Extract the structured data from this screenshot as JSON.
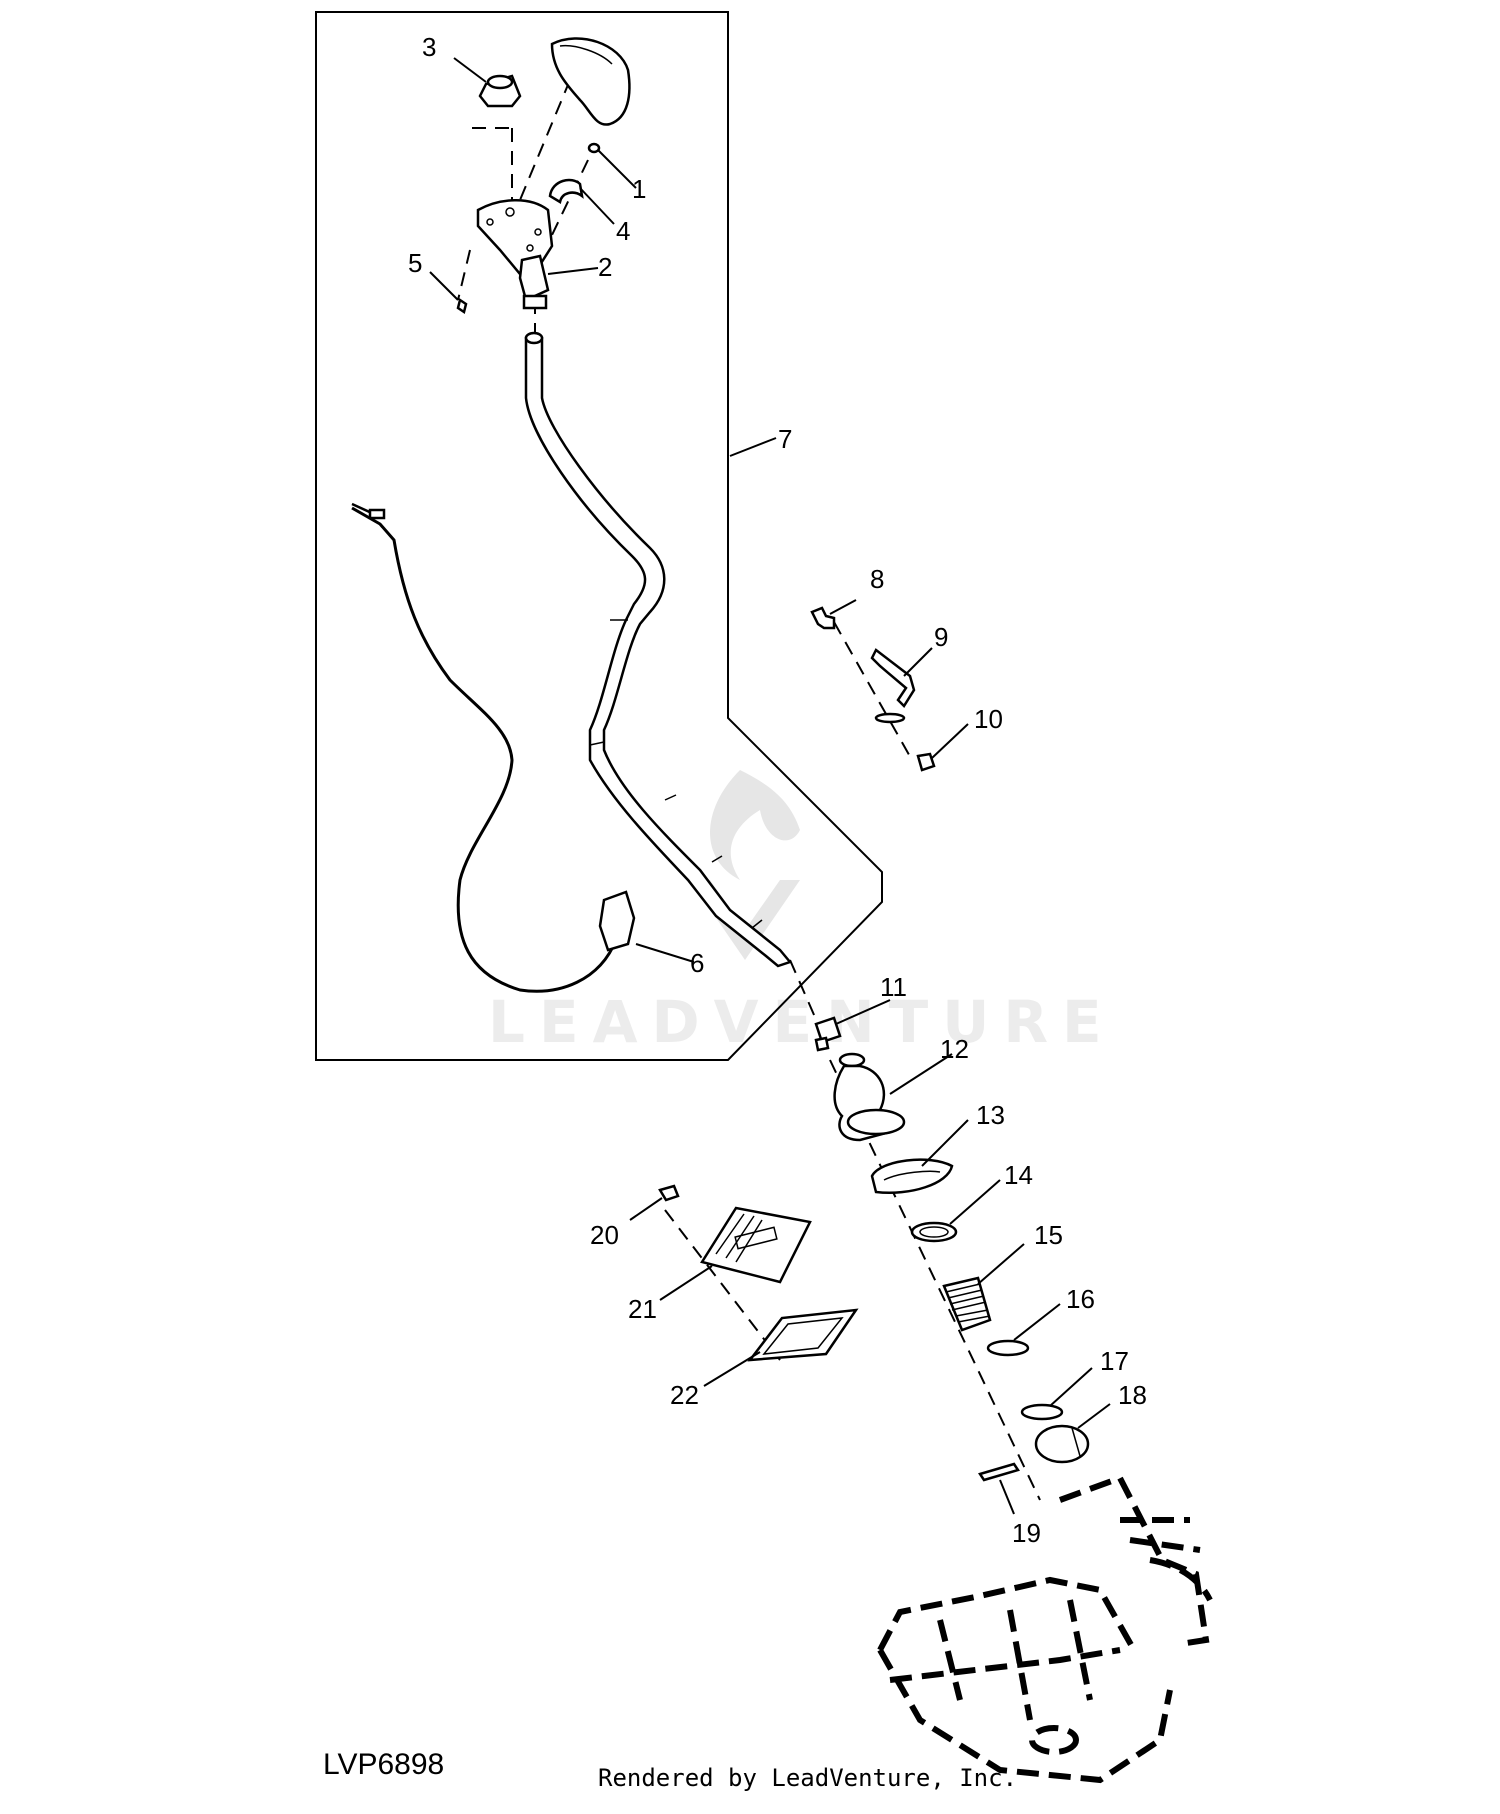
{
  "watermark": {
    "text": "LEADVENTURE"
  },
  "callouts": [
    "1",
    "2",
    "3",
    "4",
    "5",
    "6",
    "7",
    "8",
    "9",
    "10",
    "11",
    "12",
    "13",
    "14",
    "15",
    "16",
    "17",
    "18",
    "19",
    "20",
    "21",
    "22"
  ],
  "footer": {
    "figure_code": "LVP6898",
    "rendered_by": "Rendered by LeadVenture, Inc."
  }
}
